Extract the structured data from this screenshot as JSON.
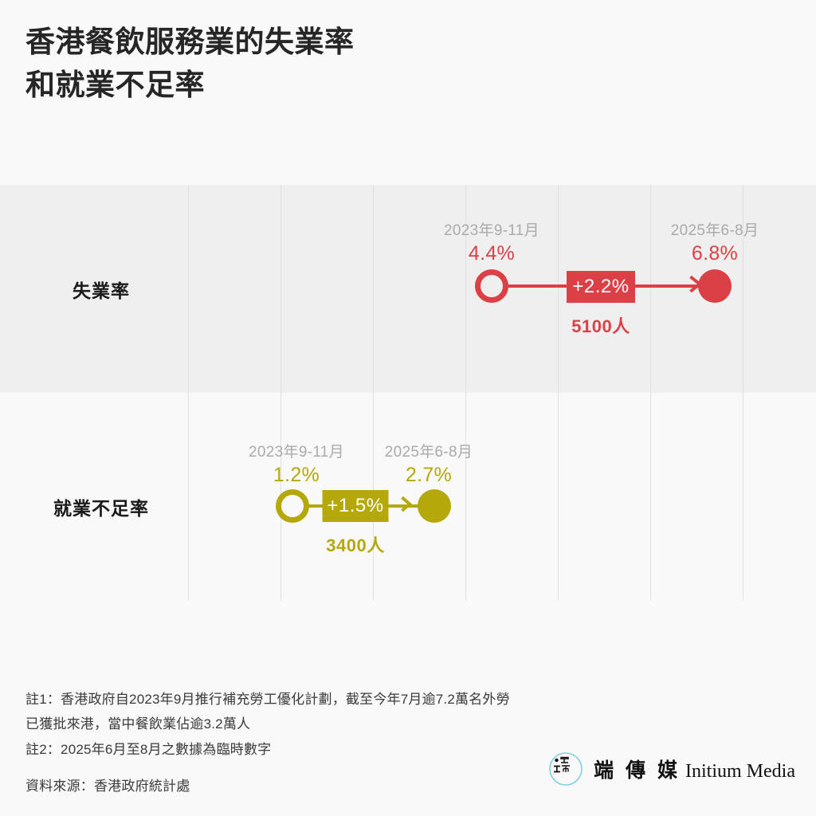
{
  "title": {
    "line1": "香港餐飲服務業的失業率",
    "line2": "和就業不足率"
  },
  "chart_data": {
    "type": "dumbbell",
    "title": "香港餐飲服務業的失業率和就業不足率",
    "xlabel": "",
    "ylabel": "",
    "grid": true,
    "legend": "none",
    "categories": [
      "失業率",
      "就業不足率"
    ],
    "periods": [
      "2023年9-11月",
      "2025年6-8月"
    ],
    "series": [
      {
        "name": "失業率",
        "color": "#DC4047",
        "start_period": "2023年9-11月",
        "start_value": 4.4,
        "start_value_label": "4.4%",
        "end_period": "2025年6-8月",
        "end_value": 6.8,
        "end_value_label": "6.8%",
        "delta": 2.2,
        "delta_label": "+2.2%",
        "people_label": "5100人"
      },
      {
        "name": "就業不足率",
        "color": "#B5A80A",
        "start_period": "2023年9-11月",
        "start_value": 1.2,
        "start_value_label": "1.2%",
        "end_period": "2025年6-8月",
        "end_value": 2.7,
        "end_value_label": "2.7%",
        "delta": 1.5,
        "delta_label": "+1.5%",
        "people_label": "3400人"
      }
    ]
  },
  "colors": {
    "unemployment": "#DC4047",
    "underemployment": "#B5A80A",
    "band": "#EFEFEF",
    "background": "#F9F9F9",
    "gridline": "#E0E0E0",
    "date_label": "#AAAAAA",
    "logo_circle": "#7FD0DE"
  },
  "footer": {
    "note1_line1": "註1：香港政府自2023年9月推行補充勞工優化計劃，截至今年7月逾7.2萬名外勞",
    "note1_line2": "已獲批來港，當中餐飲業佔逾3.2萬人",
    "note2": "註2：2025年6月至8月之數據為臨時數字",
    "source": "資料來源：香港政府統計處"
  },
  "logo": {
    "cn": "端 傳 媒",
    "en": "Initium Media"
  }
}
